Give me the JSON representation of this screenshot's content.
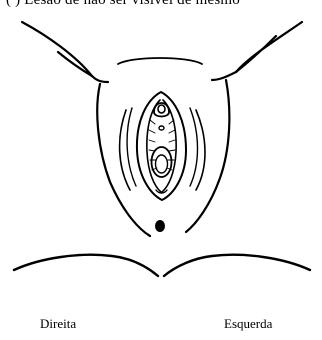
{
  "caption": "( ) Lesão de não ser visível de mesmo",
  "labels": {
    "right_side": "Direita",
    "left_side": "Esquerda"
  },
  "colors": {
    "ink": "#000000",
    "background": "#ffffff"
  }
}
